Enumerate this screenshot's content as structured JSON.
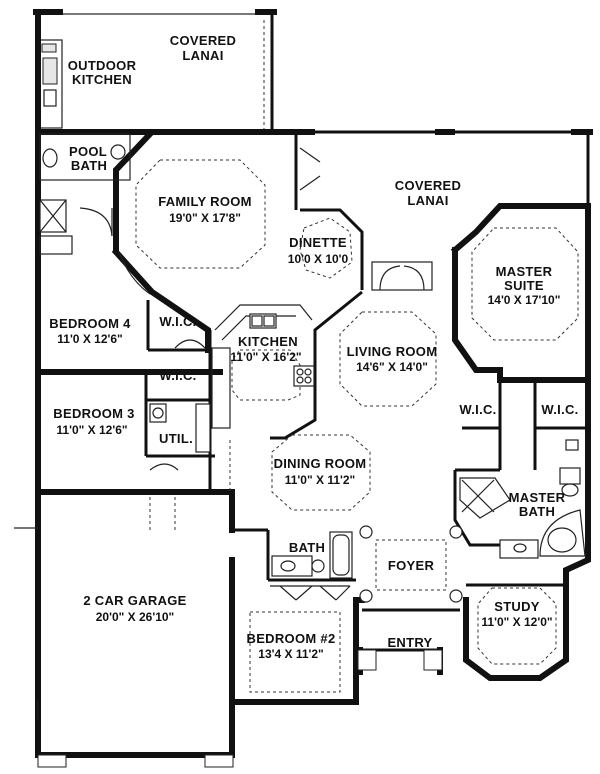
{
  "rooms": {
    "covered_lanai_top": {
      "name": [
        "COVERED",
        "LANAI"
      ]
    },
    "outdoor_kitchen": {
      "name": [
        "OUTDOOR",
        "KITCHEN"
      ]
    },
    "pool_bath": {
      "name": [
        "POOL",
        "BATH"
      ]
    },
    "family_room": {
      "name": "FAMILY ROOM",
      "dims": "19'0\" X 17'8\""
    },
    "dinette": {
      "name": "DINETTE",
      "dims": "10'0 X 10'0"
    },
    "covered_lanai_right": {
      "name": [
        "COVERED",
        "LANAI"
      ]
    },
    "master_suite": {
      "name": [
        "MASTER",
        "SUITE"
      ],
      "dims": "14'0 X 17'10\""
    },
    "bedroom_4": {
      "name": "BEDROOM 4",
      "dims": "11'0 X 12'6\""
    },
    "wic_bed4": {
      "name": "W.I.C."
    },
    "kitchen": {
      "name": "KITCHEN",
      "dims": "11'0\" X 16'2\""
    },
    "living_room": {
      "name": "LIVING ROOM",
      "dims": "14'6\" X 14'0\""
    },
    "wic_bed3": {
      "name": "W.I.C."
    },
    "bedroom_3": {
      "name": "BEDROOM 3",
      "dims": "11'0\" X 12'6\""
    },
    "util": {
      "name": "UTIL."
    },
    "wic_master_left": {
      "name": "W.I.C."
    },
    "wic_master_right": {
      "name": "W.I.C."
    },
    "dining_room": {
      "name": "DINING ROOM",
      "dims": "11'0\" X 11'2\""
    },
    "master_bath": {
      "name": [
        "MASTER",
        "BATH"
      ]
    },
    "bath": {
      "name": "BATH"
    },
    "foyer": {
      "name": "FOYER"
    },
    "garage": {
      "name": "2 CAR GARAGE",
      "dims": "20'0\" X 26'10\""
    },
    "bedroom_2": {
      "name": "BEDROOM #2",
      "dims": "13'4 X 11'2\""
    },
    "study": {
      "name": "STUDY",
      "dims": "11'0\" X 12'0\""
    },
    "entry": {
      "name": "ENTRY"
    }
  }
}
